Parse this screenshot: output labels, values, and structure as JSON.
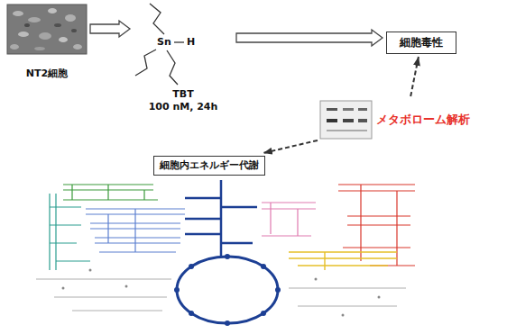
{
  "diagram": {
    "nodes": [
      {
        "text": [
          "NT2細胞"
        ]
      },
      {
        "text": [
          "TBT",
          "100 nM, 24h"
        ]
      },
      {
        "text": [
          "細胞毒性"
        ]
      },
      {
        "text": [
          "メタボローム解析"
        ]
      },
      {
        "text": [
          "細胞内エネルギー代謝"
        ]
      }
    ],
    "edges": [
      {
        "from": 0,
        "to": 1,
        "arrow": "to"
      },
      {
        "from": 1,
        "to": 2,
        "arrow": "to"
      },
      {
        "from": 3,
        "to": 2,
        "arrow": "to"
      },
      {
        "from": 3,
        "to": 4,
        "arrow": "to"
      }
    ],
    "labels": [
      "Sn",
      "H"
    ]
  }
}
